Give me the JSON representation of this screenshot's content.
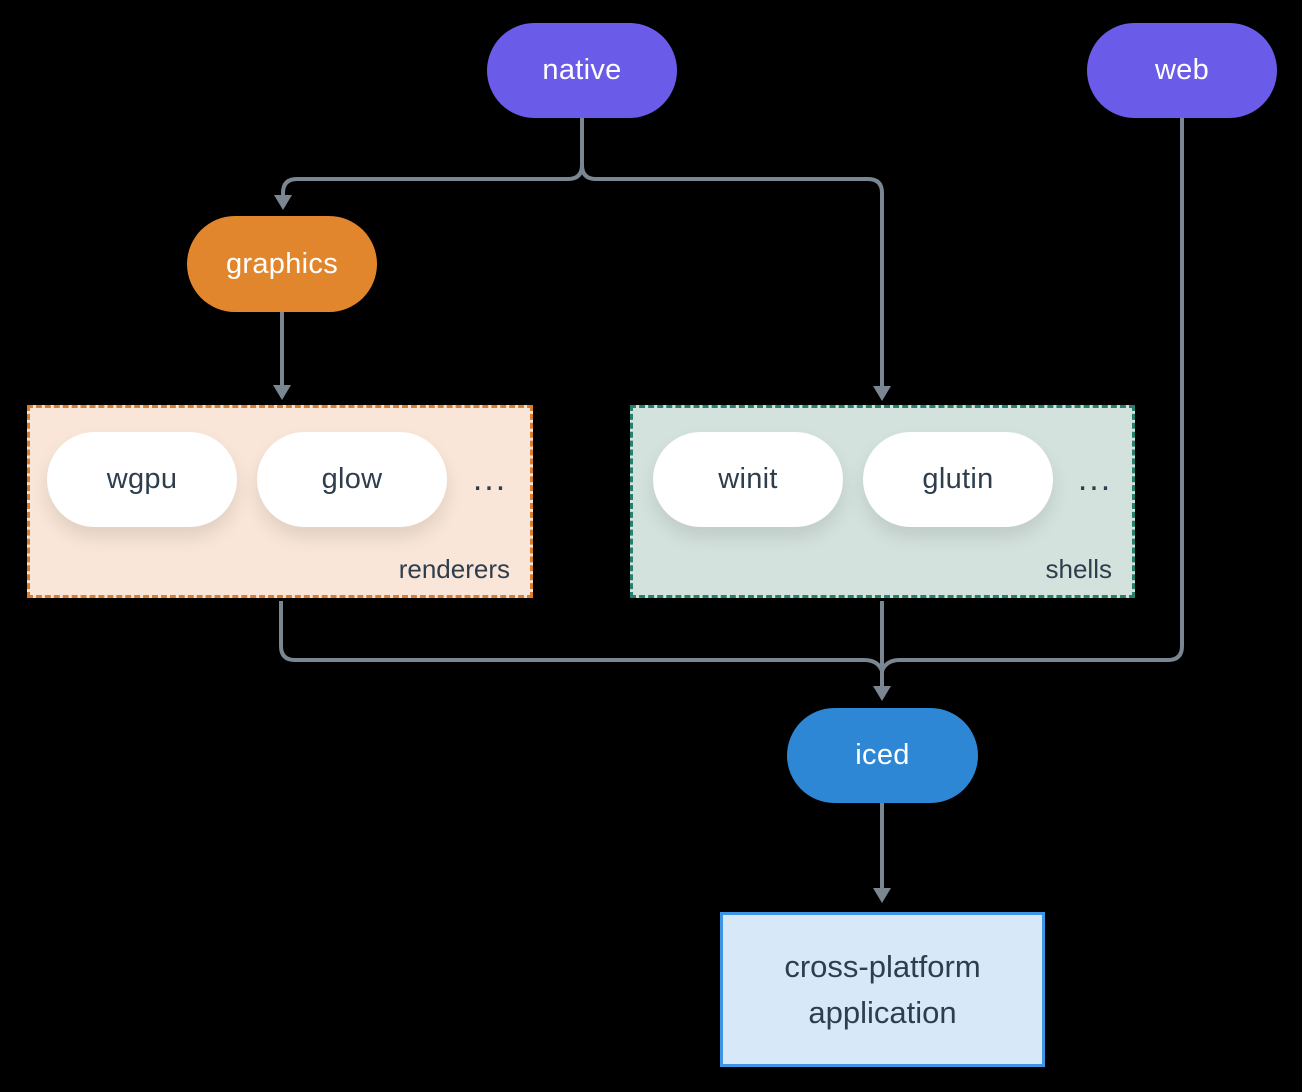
{
  "diagram": {
    "kind": "architecture-diagram",
    "colors": {
      "background": "#000000",
      "platform_pill": "#6A5CE8",
      "graphics_pill": "#E2862E",
      "iced_pill": "#2D87D5",
      "edge_line": "#7A8793",
      "dark_text": "#2F3E4D",
      "renderers_fill": "#F9E6D8",
      "renderers_border": "#DD7E2F",
      "shells_fill": "#D4E2DD",
      "shells_border": "#27806E",
      "application_fill": "#D7E9F9",
      "application_border": "#3E95E5"
    },
    "nodes": {
      "native": "native",
      "web": "web",
      "graphics": "graphics",
      "iced": "iced"
    },
    "groups": {
      "renderers": {
        "label": "renderers",
        "items": [
          "wgpu",
          "glow"
        ],
        "more": "..."
      },
      "shells": {
        "label": "shells",
        "items": [
          "winit",
          "glutin"
        ],
        "more": "..."
      }
    },
    "application": {
      "line1": "cross-platform",
      "line2": "application"
    },
    "edges": [
      "native -> graphics",
      "native -> shells",
      "graphics -> renderers",
      "renderers -> iced",
      "shells -> iced",
      "web -> iced",
      "iced -> cross-platform application"
    ]
  }
}
